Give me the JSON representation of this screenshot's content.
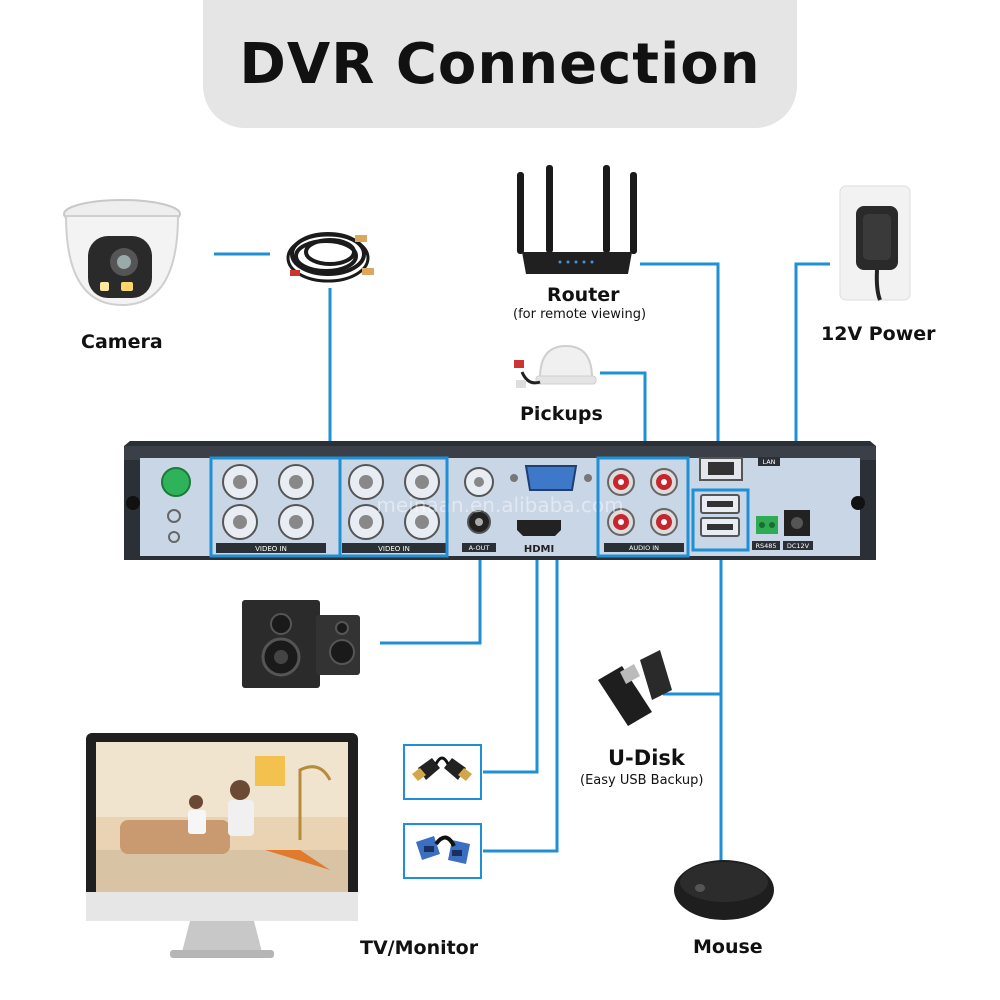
{
  "title": "DVR Connection",
  "devices": {
    "camera": "Camera",
    "router": "Router",
    "router_note": "(for remote viewing)",
    "power": "12V Power",
    "pickups": "Pickups",
    "udisk": "U-Disk",
    "udisk_note": "(Easy USB Backup)",
    "tv": "TV/Monitor",
    "mouse": "Mouse"
  },
  "dvr_panel": {
    "video_in_left": "VIDEO IN",
    "video_in_right": "VIDEO IN",
    "a_out": "A-OUT",
    "hdmi": "HDMI",
    "audio_in": "AUDIO IN",
    "lan": "LAN",
    "rs485": "RS485",
    "dc12v": "DC12V",
    "watermark": "meinaan.en.alibaba.com"
  },
  "colors": {
    "connector_line": "#1f8fd6",
    "dvr_body": "#2b2f36",
    "dvr_panel": "#c9d6e6",
    "title_bg": "#e5e5e5"
  }
}
